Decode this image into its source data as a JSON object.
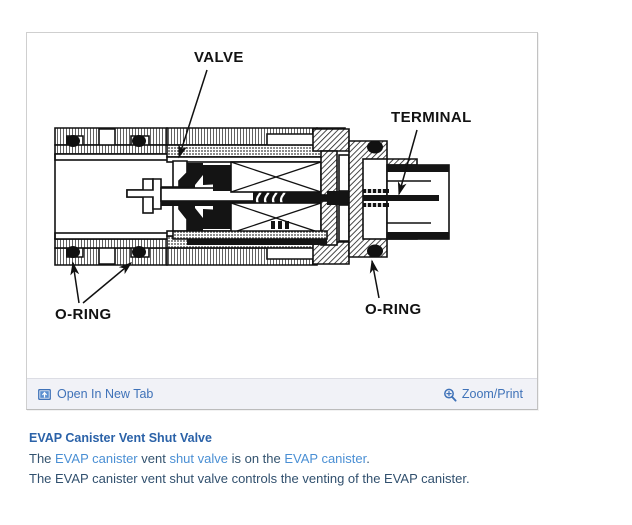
{
  "viewer": {
    "toolbar": {
      "open_new_tab_label": "Open In New Tab",
      "open_new_tab_icon": "open-in-new-tab-icon",
      "zoom_print_label": "Zoom/Print",
      "zoom_print_icon": "magnifier-plus-icon"
    },
    "figure": {
      "alt": "Cutaway cross-section drawing of the EVAP canister vent shut valve",
      "callouts": [
        {
          "label": "VALVE"
        },
        {
          "label": "TERMINAL"
        },
        {
          "label": "O-RING"
        },
        {
          "label": "O-RING"
        }
      ]
    }
  },
  "caption": {
    "title": "EVAP Canister Vent Shut Valve",
    "line1": {
      "seg1": "The ",
      "link1": "EVAP canister",
      "seg2": " vent ",
      "link2": "shut valve",
      "seg3": " is on the ",
      "link3": "EVAP canister",
      "seg4": "."
    },
    "line2": "The EVAP canister vent shut valve controls the venting of the EVAP canister."
  },
  "colors": {
    "link": "#4a8fd4",
    "heading": "#2b62a8",
    "body_text": "#31506e",
    "toolbar_bg": "#f1f2f7",
    "panel_border": "#cfcfcf"
  }
}
